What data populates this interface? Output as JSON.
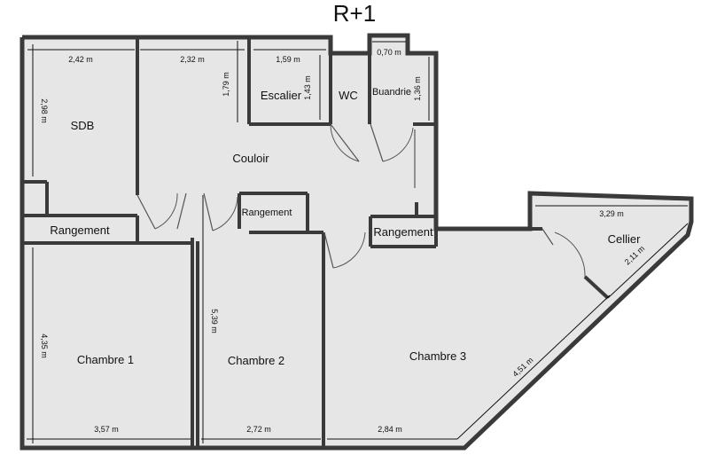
{
  "plan": {
    "title": "R+1",
    "rooms": {
      "sdb": "SDB",
      "couloir": "Couloir",
      "escalier": "Escalier",
      "wc": "WC",
      "buandrie": "Buandrie",
      "rangement_left": "Rangement",
      "rangement_small": "Rangement",
      "rangement_right": "Rangement",
      "cellier": "Cellier",
      "chambre1": "Chambre 1",
      "chambre2": "Chambre 2",
      "chambre3": "Chambre 3"
    },
    "dimensions": {
      "sdb_width": "2,42 m",
      "sdb_height": "2,98 m",
      "couloir_width": "2,32 m",
      "couloir_height": "1,79 m",
      "escalier_width": "1,59 m",
      "escalier_height": "1,43 m",
      "buandrie_width": "0,70 m",
      "buandrie_height": "1,36 m",
      "cellier_width": "3,29 m",
      "cellier_height": "2,11 m",
      "chambre1_height": "4,35 m",
      "chambre1_width": "3,57 m",
      "chambre2_height": "5,39 m",
      "chambre2_width": "2,72 m",
      "chambre3_width": "2,84 m",
      "chambre3_diag": "4,51 m"
    }
  }
}
